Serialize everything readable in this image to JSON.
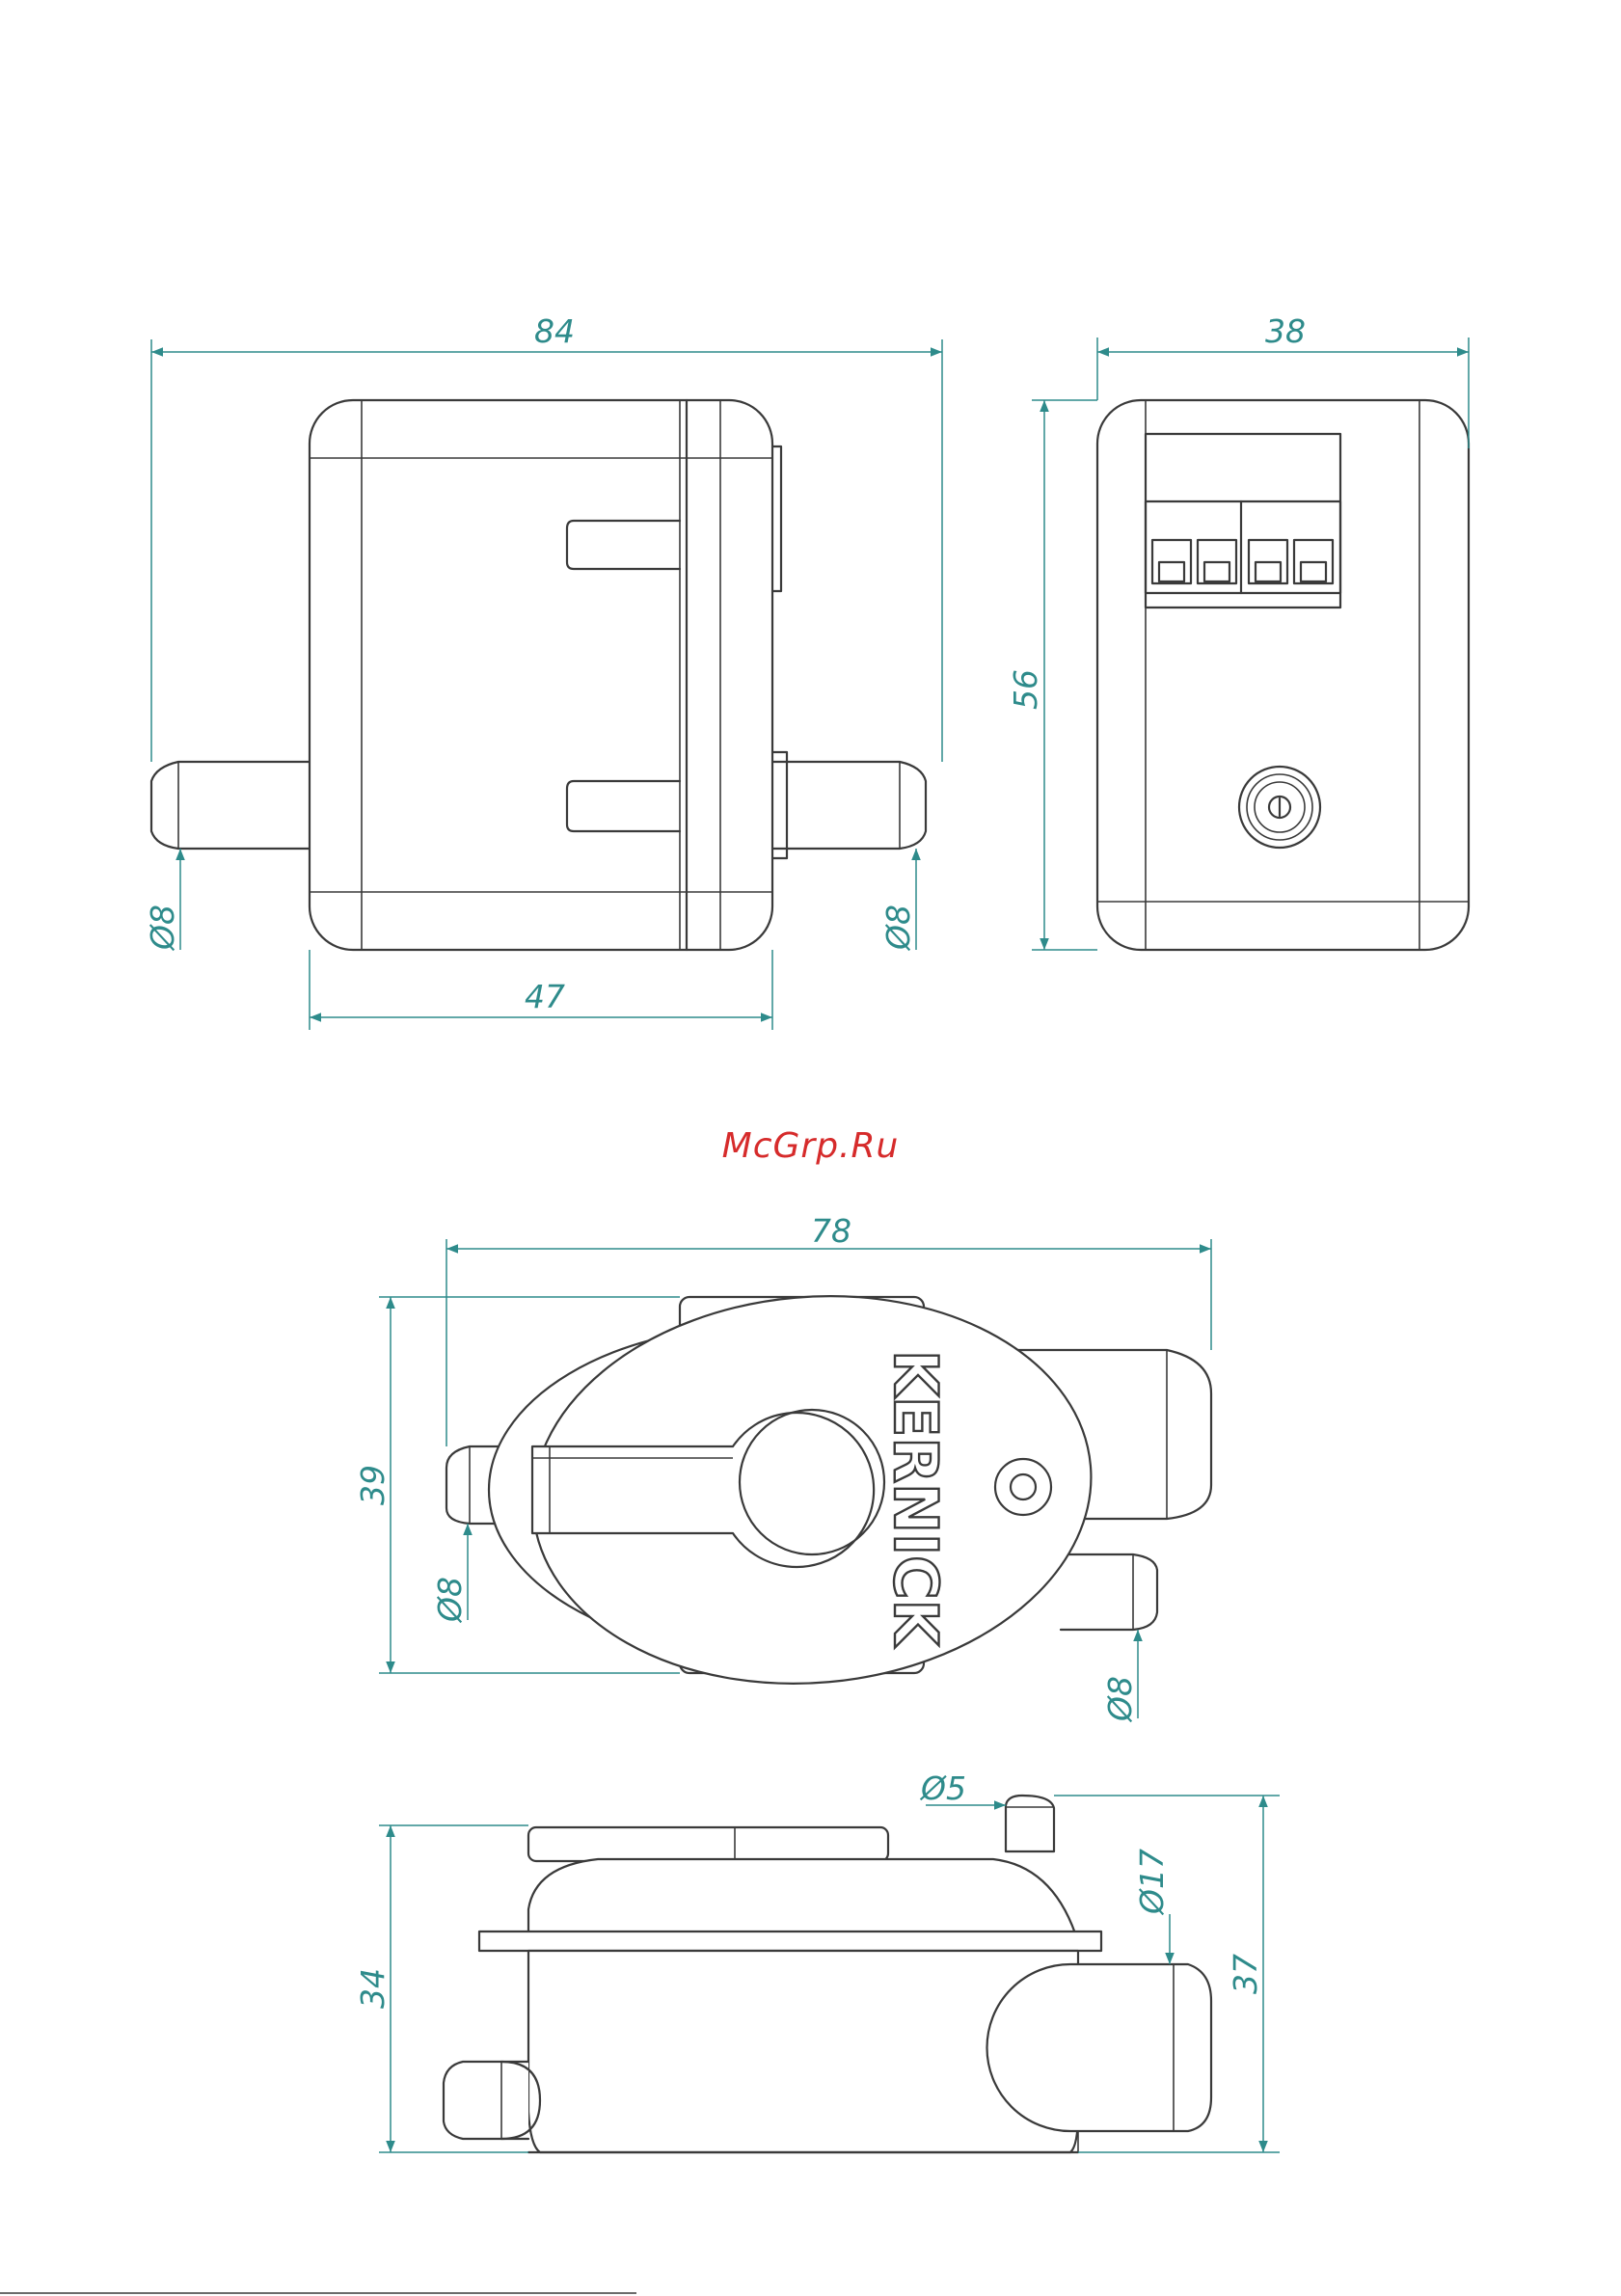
{
  "watermark": "McGrp.Ru",
  "brand_text": "KERNICK",
  "dimensions": {
    "front_width": "84",
    "front_body_width": "47",
    "front_left_spigot": "Ø8",
    "front_right_spigot": "Ø8",
    "side_width": "38",
    "side_height": "56",
    "top_width": "78",
    "top_height": "39",
    "top_left_spigot": "Ø8",
    "top_right_spigot": "Ø8",
    "bottom_height_left": "34",
    "bottom_height_right": "37",
    "bottom_small_spigot": "Ø5",
    "bottom_dial": "Ø17"
  },
  "colors": {
    "outline": "#3a3a3a",
    "dimension": "#2e8b8b",
    "watermark": "#d62b2b"
  }
}
